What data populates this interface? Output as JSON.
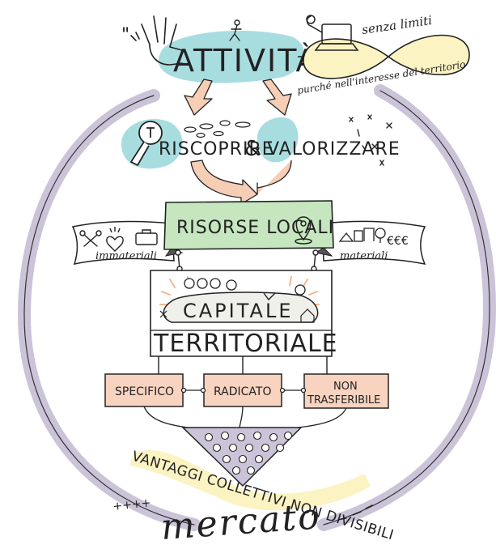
{
  "diagram": {
    "title": "ATTIVITÀ",
    "quote_mark": "\"",
    "infinity_text_1": "senza limiti",
    "infinity_text_2": "purché nell'interesse del territorio",
    "discover_1": "RISCOPRIRE",
    "discover_amp": "&",
    "discover_2": "VALORIZZARE",
    "risorse": "RISORSE LOCALI",
    "immateriali": "immateriali",
    "materiali": "materiali",
    "euro": "€€€",
    "capitale_1": "CAPITALE",
    "capitale_2": "TERRITORIALE",
    "box_1": "SPECIFICO",
    "box_2": "RADICATO",
    "box_3a": "NON",
    "box_3b": "TRASFERIBILE",
    "vantaggi": "VANTAGGI COLLETTIVI NON DIVISIBILI",
    "mercato": "mercato",
    "plus_marks": "++++"
  },
  "colors": {
    "teal": "#a8dde0",
    "green_banner": "#c6e6bf",
    "orange_box": "#f8d3c0",
    "arrow_fill": "#f6cdb5",
    "yellow_swash": "#fbf3c2",
    "purple_ring": "#cbc4d8",
    "ink": "#222222"
  }
}
